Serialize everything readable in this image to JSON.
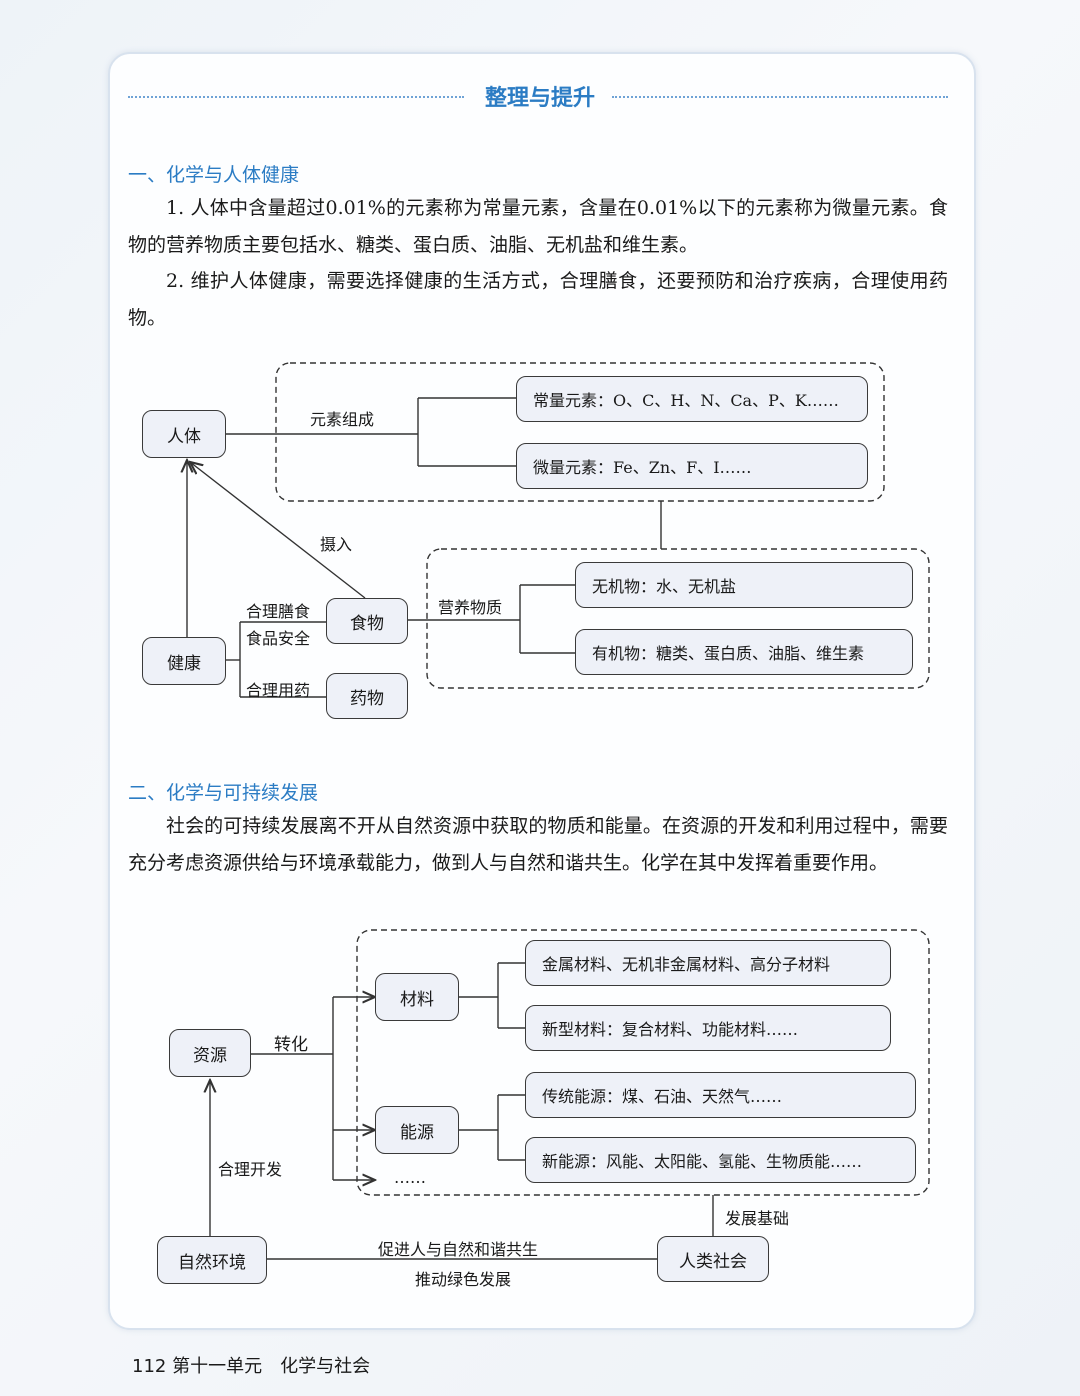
{
  "header": {
    "title": "整理与提升"
  },
  "section1": {
    "title": "一、化学与人体健康",
    "p1": "1. 人体中含量超过0.01%的元素称为常量元素，含量在0.01%以下的元素称为微量元素。食物的营养物质主要包括水、糖类、蛋白质、油脂、无机盐和维生素。",
    "p2": "2. 维护人体健康，需要选择健康的生活方式，合理膳食，还要预防和治疗疾病，合理使用药物。"
  },
  "diagram1": {
    "nodes": {
      "body": "人体",
      "health": "健康",
      "food": "食物",
      "medicine": "药物",
      "macro": "常量元素：O、C、H、N、Ca、P、K……",
      "micro": "微量元素：Fe、Zn、F、I……",
      "inorganic": "无机物：水、无机盐",
      "organic": "有机物：糖类、蛋白质、油脂、维生素"
    },
    "labels": {
      "composition": "元素组成",
      "intake": "摄入",
      "diet": "合理膳食",
      "safety": "食品安全",
      "rational_drug": "合理用药",
      "nutrients": "营养物质"
    }
  },
  "section2": {
    "title": "二、化学与可持续发展",
    "p1": "社会的可持续发展离不开从自然资源中获取的物质和能量。在资源的开发和利用过程中，需要充分考虑资源供给与环境承载能力，做到人与自然和谐共生。化学在其中发挥着重要作用。"
  },
  "diagram2": {
    "nodes": {
      "resource": "资源",
      "material": "材料",
      "energy": "能源",
      "more": "……",
      "nature": "自然环境",
      "society": "人类社会",
      "mat1": "金属材料、无机非金属材料、高分子材料",
      "mat2": "新型材料：复合材料、功能材料……",
      "en1": "传统能源：煤、石油、天然气……",
      "en2": "新能源：风能、太阳能、氢能、生物质能……"
    },
    "labels": {
      "transform": "转化",
      "develop": "合理开发",
      "foundation": "发展基础",
      "harmony": "促进人与自然和谐共生",
      "green": "推动绿色发展"
    }
  },
  "footer": {
    "page": "112",
    "unit": "第十一单元　化学与社会"
  }
}
